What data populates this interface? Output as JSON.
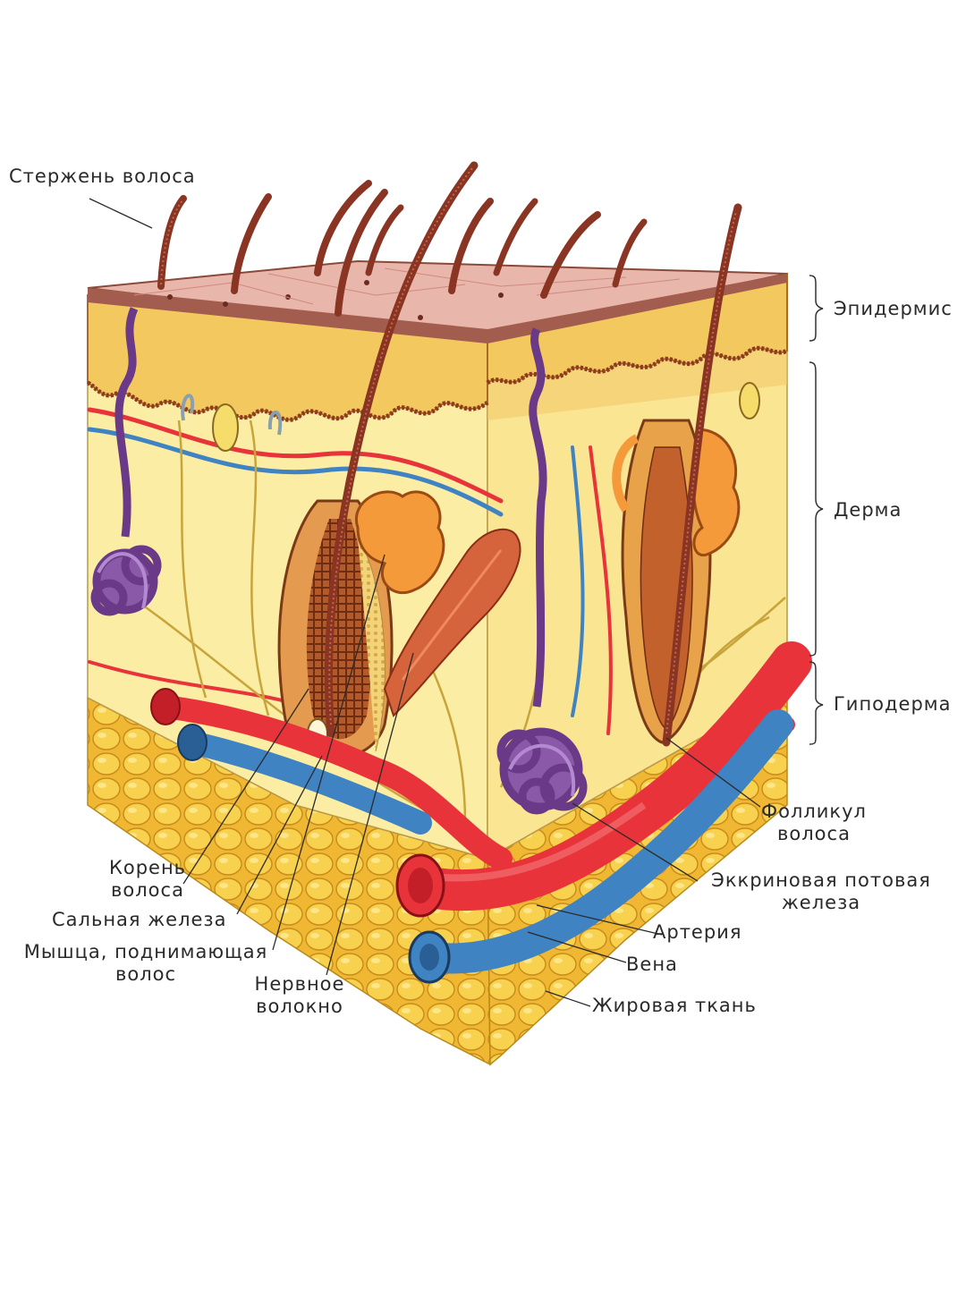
{
  "labels": {
    "hair_shaft": "Стержень волоса",
    "epidermis": "Эпидермис",
    "dermis": "Дерма",
    "hypodermis": "Гиподерма",
    "follicle_l1": "Фолликул",
    "follicle_l2": "волоса",
    "eccrine_l1": "Эккриновая потовая",
    "eccrine_l2": "железа",
    "artery": "Артерия",
    "vein": "Вена",
    "fat": "Жировая ткань",
    "root_l1": "Корень",
    "root_l2": "волоса",
    "sebaceous": "Сальная железа",
    "muscle_l1": "Мышца, поднимающая",
    "muscle_l2": "волос",
    "nerve_l1": "Нервное",
    "nerve_l2": "волокно"
  },
  "colors": {
    "surface": "#e6b3a8",
    "epidermis_side": "#f2cf73",
    "dermis": "#fbeb9e",
    "dermis_right": "#f7dd86",
    "fat": "#f4c640",
    "artery": "#e8333b",
    "vein": "#3f83c2",
    "gland": "#7b4a9a",
    "follicle": "#b9582c",
    "hair": "#7a3020",
    "nerve": "#c8a43c",
    "text": "#2a2a2a"
  }
}
